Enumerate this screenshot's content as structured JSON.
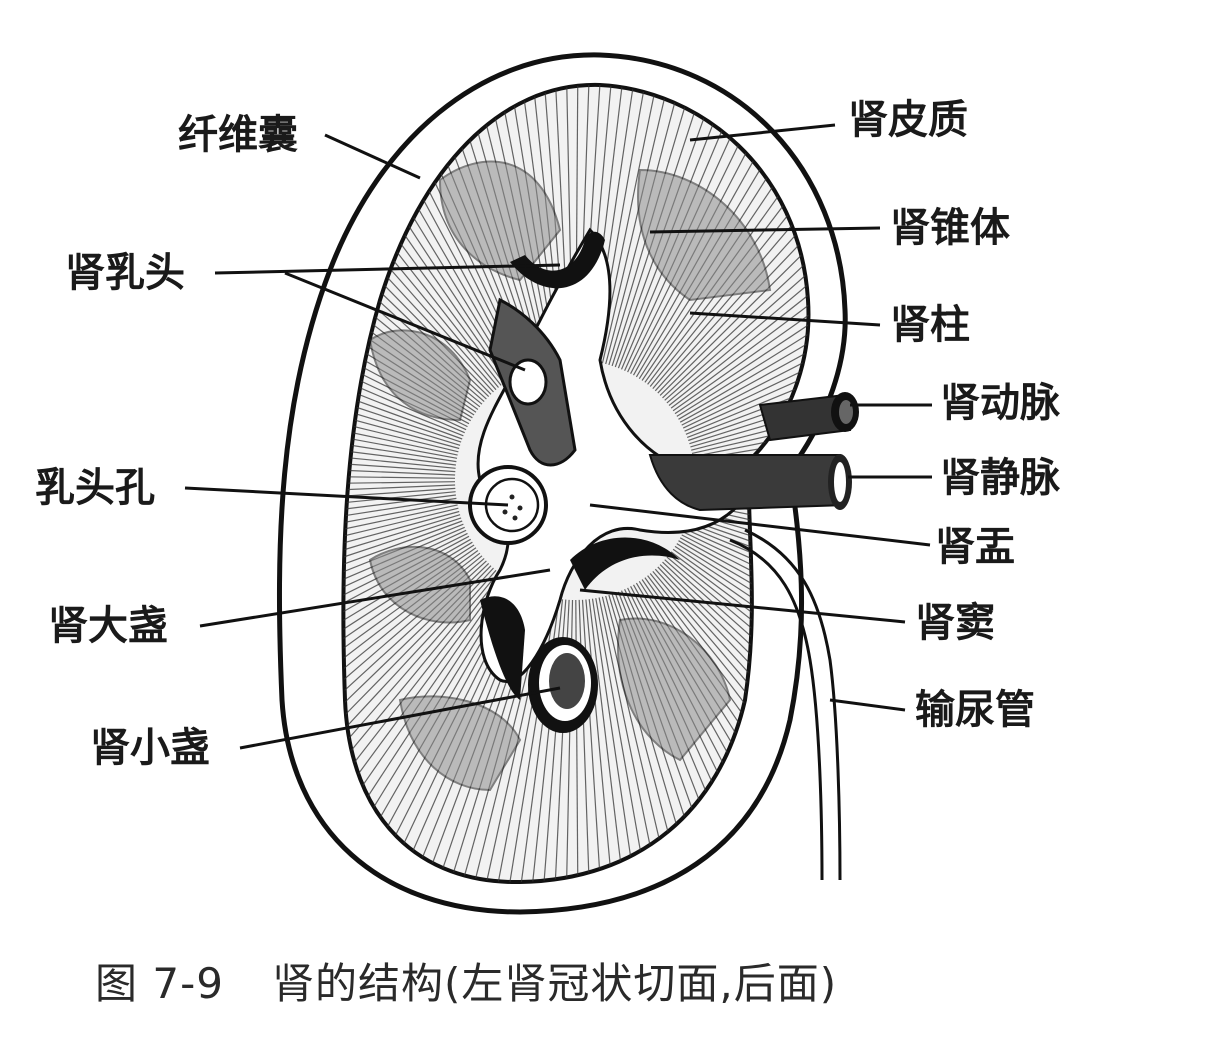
{
  "labels": {
    "fibrous_capsule": "纤维囊",
    "renal_cortex": "肾皮质",
    "renal_pyramid": "肾锥体",
    "renal_papilla": "肾乳头",
    "renal_column": "肾柱",
    "renal_artery": "肾动脉",
    "renal_vein": "肾静脉",
    "papillary_foramina": "乳头孔",
    "renal_pelvis": "肾盂",
    "major_calyx": "肾大盏",
    "renal_sinus": "肾窦",
    "ureter": "输尿管",
    "minor_calyx": "肾小盏"
  },
  "caption": {
    "figure_number": "图 7-9",
    "text": "肾的结构(左肾冠状切面,后面)"
  }
}
